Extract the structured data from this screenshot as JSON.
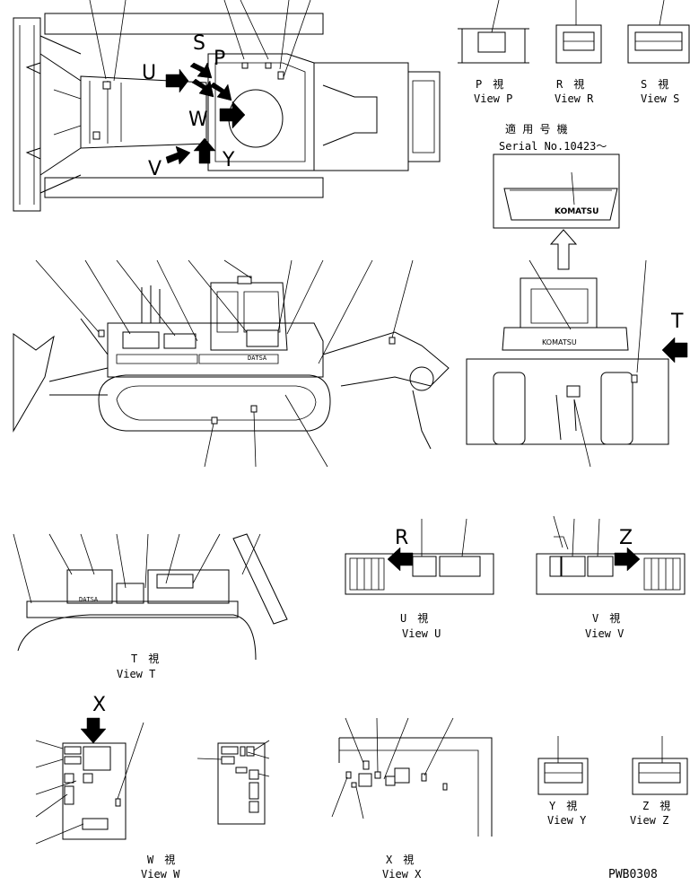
{
  "letters": {
    "S": "S",
    "P": "P",
    "U": "U",
    "V": "V",
    "W": "W",
    "Y": "Y",
    "T": "T",
    "R": "R",
    "Z": "Z",
    "X": "X"
  },
  "views": {
    "P": {
      "jp": "P　視",
      "en": "View P"
    },
    "R": {
      "jp": "R　視",
      "en": "View R"
    },
    "S": {
      "jp": "S　視",
      "en": "View S"
    },
    "T": {
      "jp": "T　視",
      "en": "View T"
    },
    "U": {
      "jp": "U　視",
      "en": "View U"
    },
    "V": {
      "jp": "V　視",
      "en": "View V"
    },
    "W": {
      "jp": "W　視",
      "en": "View W"
    },
    "X": {
      "jp": "X　視",
      "en": "View X"
    },
    "Y": {
      "jp": "Y　視",
      "en": "View Y"
    },
    "Z": {
      "jp": "Z　視",
      "en": "View Z"
    }
  },
  "serial": {
    "jp": "適 用 号 機",
    "en": "Serial No.10423～"
  },
  "brand": {
    "logo": "KOMATSU",
    "plate": "DATSA"
  },
  "drawing_code": "PWB0308",
  "colors": {
    "line": "#000000",
    "background": "#ffffff"
  }
}
